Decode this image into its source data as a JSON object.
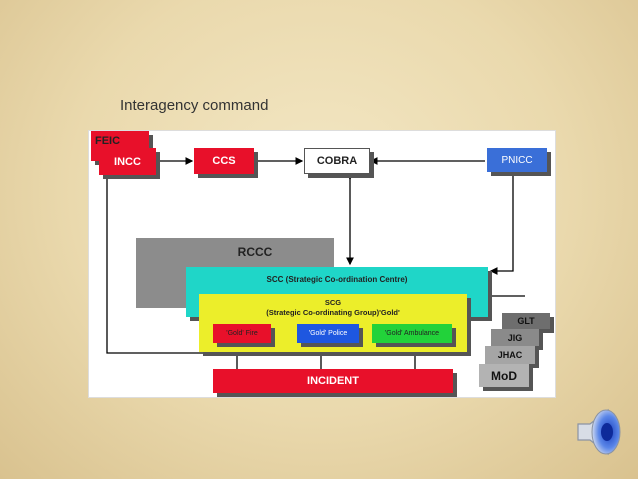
{
  "title": "Interagency command",
  "nodes": {
    "feic": "FEIC",
    "incc": "INCC",
    "ccs": "CCS",
    "cobra": "COBRA",
    "pnicc": "PNICC",
    "rccc": "RCCC",
    "scc": "SCC (Strategic Co-ordination Centre)",
    "scg_line1": "SCG",
    "scg_line2": "(Strategic Co-ordinating Group)'Gold'",
    "gold_fire": "'Gold'   Fire",
    "gold_police": "'Gold'   Police",
    "gold_ambulance": "'Gold'  Ambulance",
    "incident": "INCIDENT",
    "glt": "GLT",
    "jig": "JIG",
    "jhac": "JHAC",
    "mod": "MoD"
  },
  "colors": {
    "red": "#e8102a",
    "cyan": "#1fd6c8",
    "yellow": "#ecee2a",
    "blue": "#1e57e0",
    "green": "#22d23a",
    "gray": "#8c8c8c",
    "pnicc_blue": "#3a6fd8"
  },
  "icons": {
    "speaker": "speaker-icon"
  }
}
